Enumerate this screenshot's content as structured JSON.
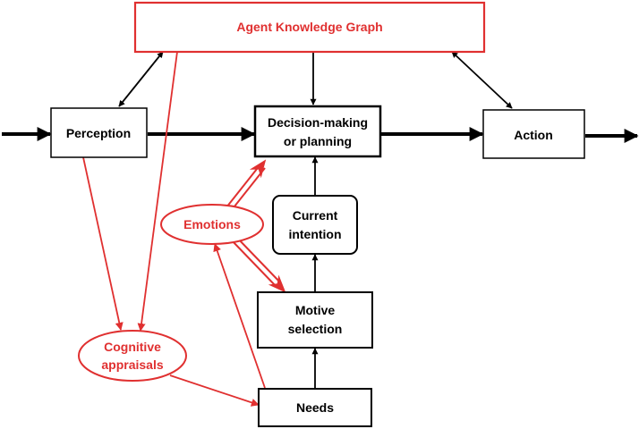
{
  "nodes": {
    "knowledge_graph": {
      "label": "Agent Knowledge Graph"
    },
    "perception": {
      "label": "Perception"
    },
    "decision": {
      "line1": "Decision-making",
      "line2": "or planning"
    },
    "action": {
      "label": "Action"
    },
    "emotions": {
      "label": "Emotions"
    },
    "intention": {
      "line1": "Current",
      "line2": "intention"
    },
    "motive": {
      "line1": "Motive",
      "line2": "selection"
    },
    "appraisals": {
      "line1": "Cognitive",
      "line2": "appraisals"
    },
    "needs": {
      "label": "Needs"
    }
  },
  "colors": {
    "red": "#e03030",
    "black": "#000000"
  }
}
